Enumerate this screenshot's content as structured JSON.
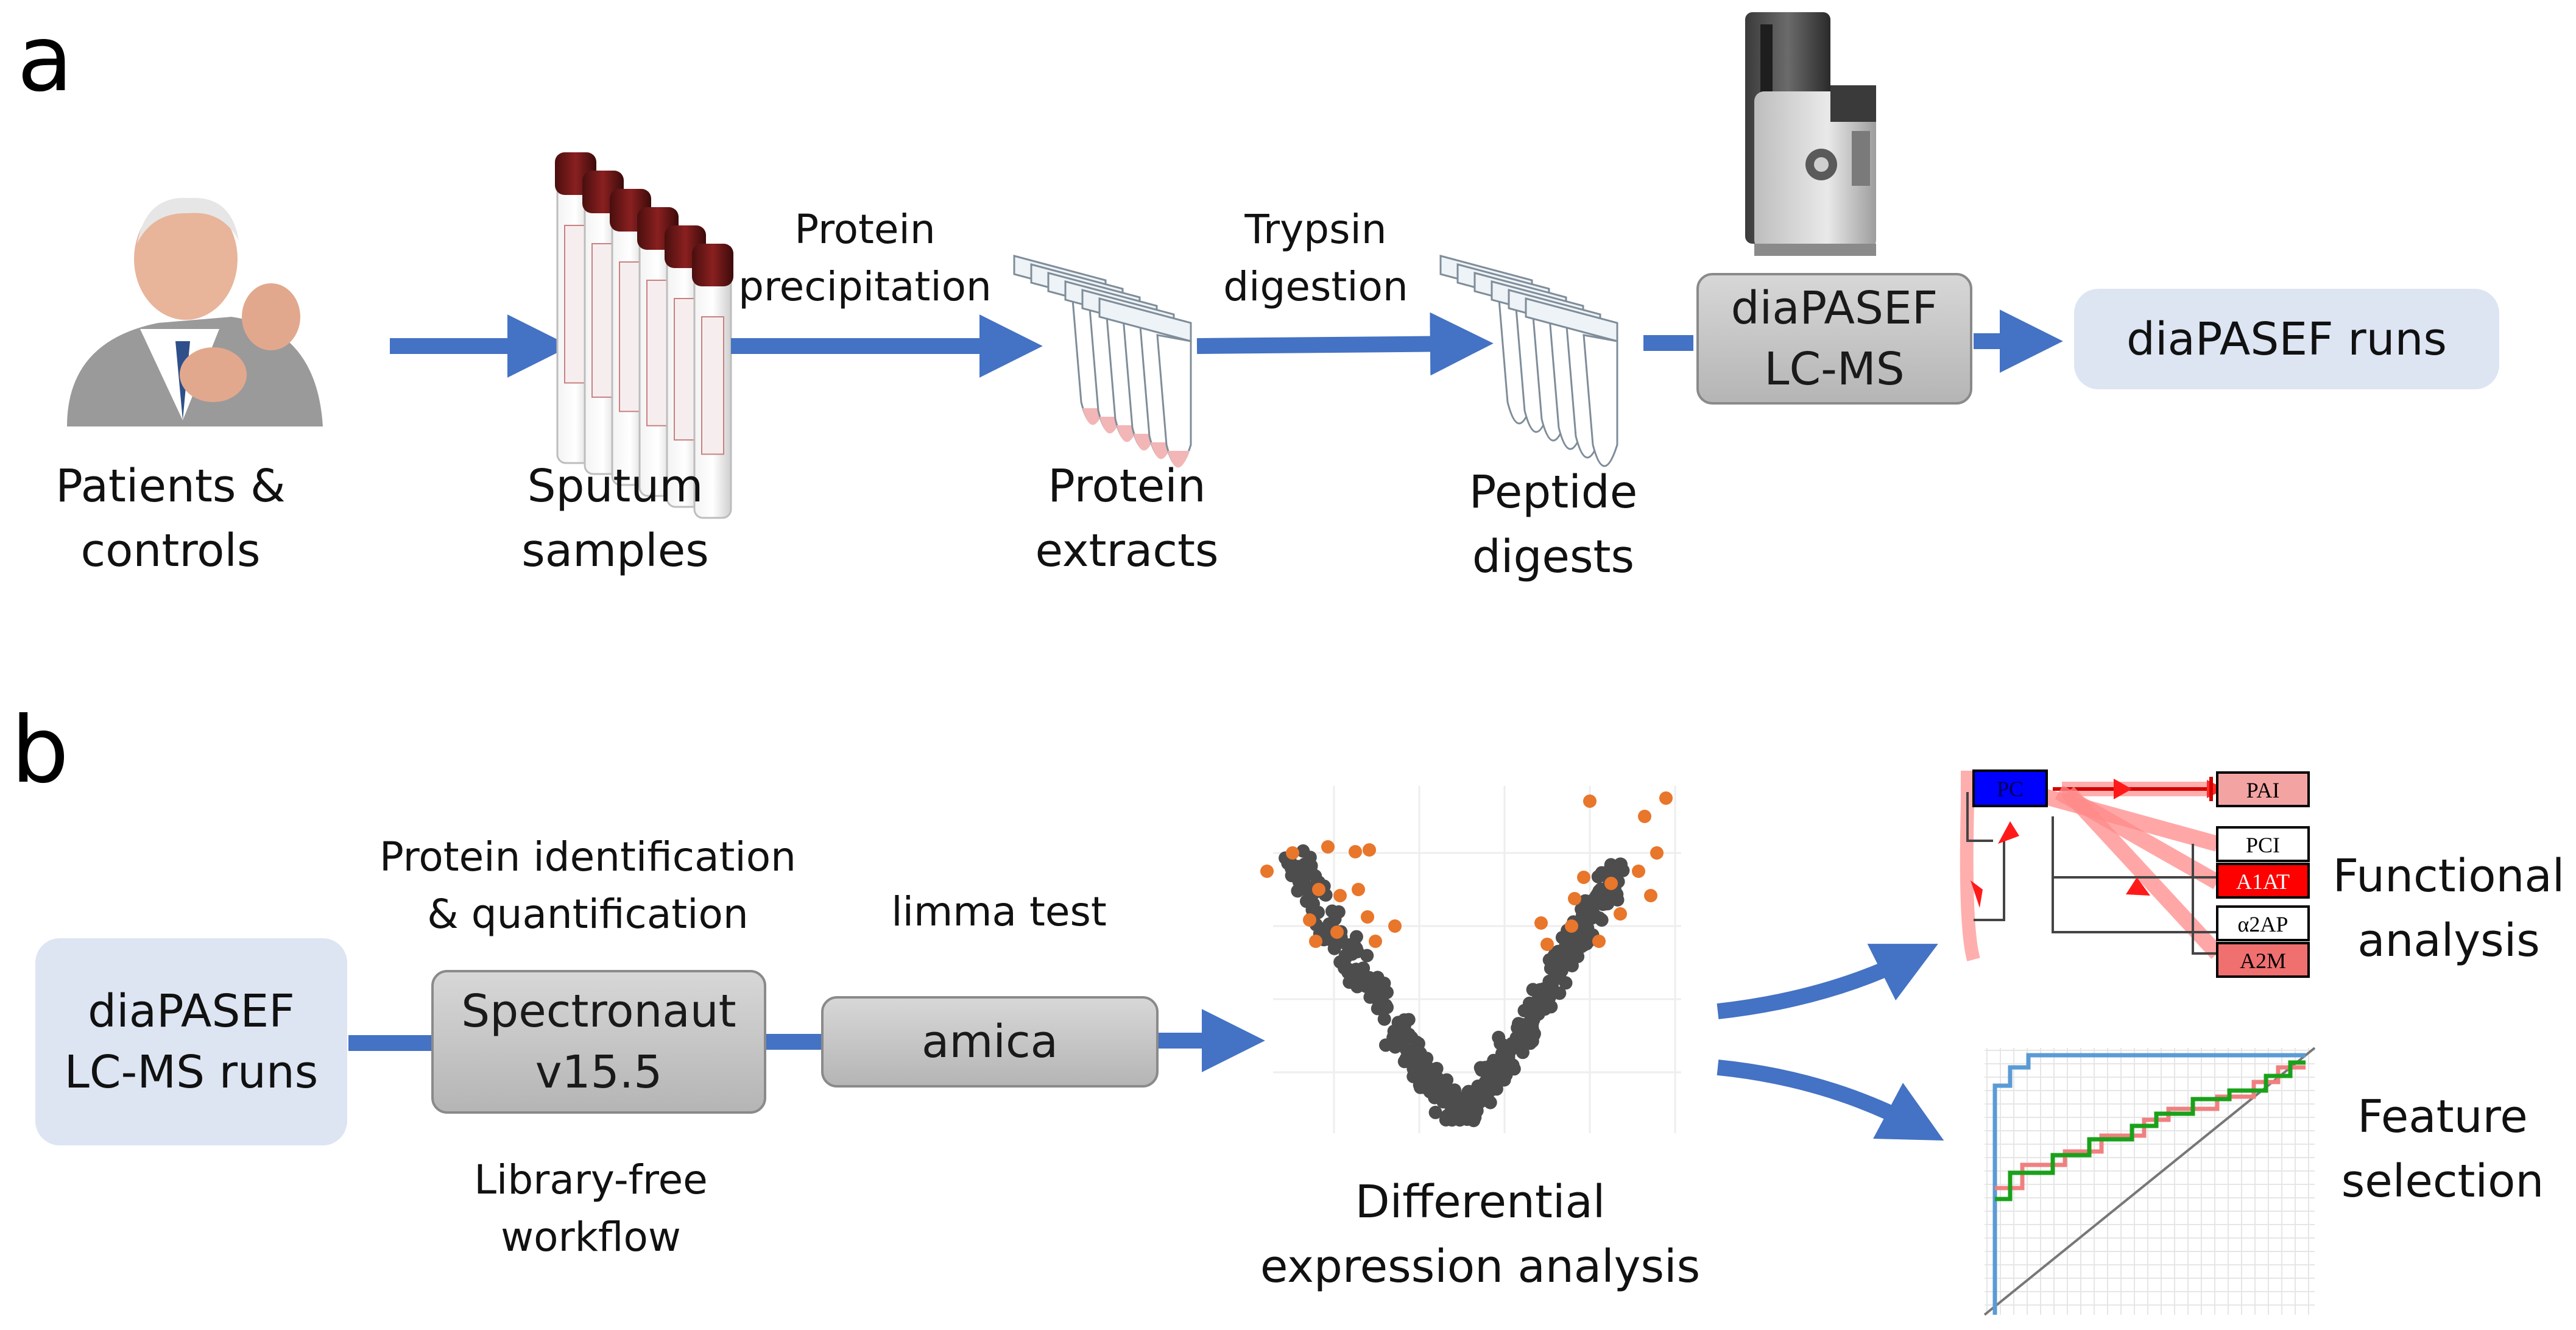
{
  "panel_a": {
    "letter": "a",
    "patients_label": [
      "Patients &",
      "controls"
    ],
    "sputum_label": [
      "Sputum",
      "samples"
    ],
    "step1_label": [
      "Protein",
      "precipitation"
    ],
    "extracts_label": [
      "Protein",
      "extracts"
    ],
    "step2_label": [
      "Trypsin",
      "digestion"
    ],
    "digests_label": [
      "Peptide",
      "digests"
    ],
    "lcms_box": [
      "diaPASEF",
      "LC-MS"
    ],
    "runs_box": "diaPASEF runs"
  },
  "panel_b": {
    "letter": "b",
    "runs_box": [
      "diaPASEF",
      "LC-MS runs"
    ],
    "ident_label": [
      "Protein identification",
      "& quantification"
    ],
    "spectronaut_box": [
      "Spectronaut",
      "v15.5"
    ],
    "workflow_label": [
      "Library-free",
      "workflow"
    ],
    "limma_label": "limma test",
    "amica_box": "amica",
    "de_label": [
      "Differential",
      "expression analysis"
    ],
    "functional_label": [
      "Functional",
      "analysis"
    ],
    "feature_label": [
      "Feature",
      "selection"
    ],
    "pathway_nodes": [
      "PC",
      "PAI",
      "PCI",
      "A1AT",
      "α2AP",
      "A2M"
    ]
  },
  "colors": {
    "arrow": "#4472c4",
    "box_fill": "#c9c9c9",
    "blue_box": "#dde5f3",
    "sig_dot": "#e8762b",
    "nonsig_dot": "#4d4d4d",
    "node_blue": "#0000ff",
    "node_red": "#ff0000",
    "node_pink": "#f4a3a3",
    "roc_blue": "#5b9bd5",
    "roc_green": "#1aa11a",
    "roc_red": "#f08080"
  },
  "icons": [
    "elderly-patient-image",
    "blood-tube-rack-icon",
    "microtube-strip-icon",
    "mass-spectrometer-icon",
    "volcano-plot-thumbnail",
    "pathway-network-thumbnail",
    "roc-curve-thumbnail"
  ]
}
